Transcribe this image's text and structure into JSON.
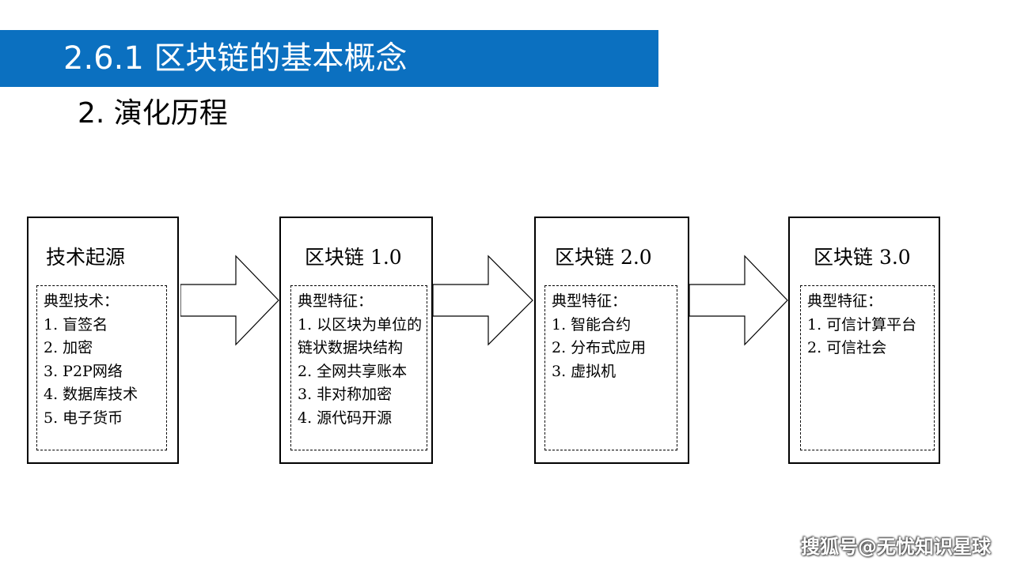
{
  "slide": {
    "title": "2.6.1 区块链的基本概念",
    "subtitle": "2. 演化历程",
    "title_bar_color": "#0B70C0"
  },
  "stages": [
    {
      "title": "技术起源",
      "heading": "典型技术：",
      "items": [
        "1. 盲签名",
        "2. 加密",
        "3. P2P网络",
        "4. 数据库技术",
        "5. 电子货币"
      ]
    },
    {
      "title": "区块链 1.0",
      "heading": "典型特征：",
      "items": [
        "1. 以区块为单位的链状数据块结构",
        "2. 全网共享账本",
        "3. 非对称加密",
        "4. 源代码开源"
      ]
    },
    {
      "title": "区块链 2.0",
      "heading": "典型特征：",
      "items": [
        "1. 智能合约",
        "2. 分布式应用",
        "3. 虚拟机"
      ]
    },
    {
      "title": "区块链 3.0",
      "heading": "典型特征：",
      "items": [
        "1. 可信计算平台",
        "2. 可信社会"
      ]
    }
  ],
  "watermark": "搜狐号@无忧知识星球"
}
